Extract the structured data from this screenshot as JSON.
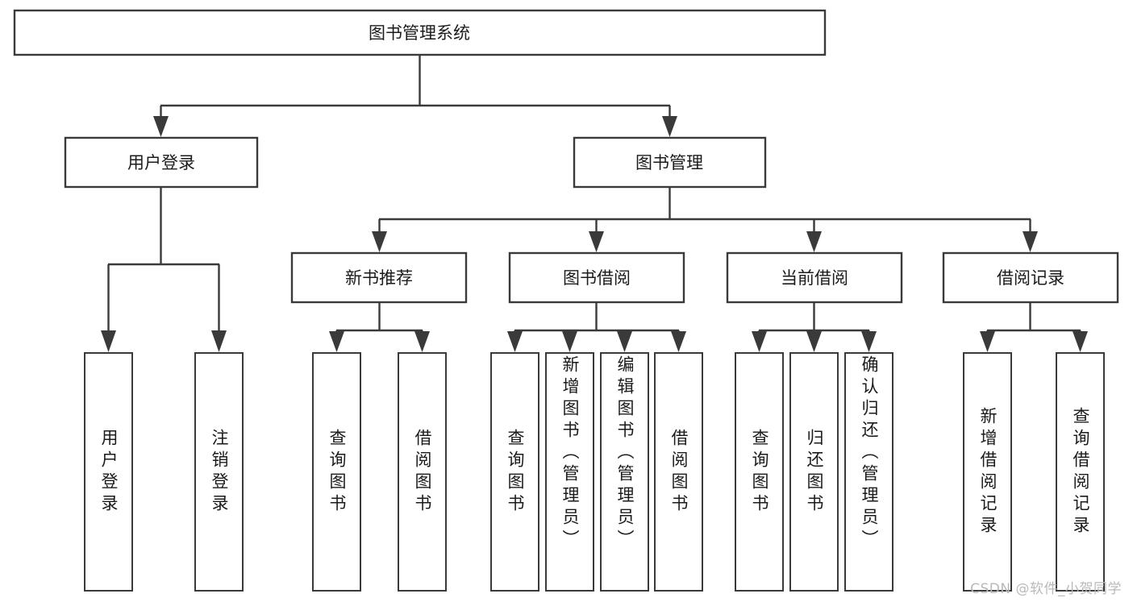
{
  "diagram": {
    "type": "tree",
    "title": "图书管理系统",
    "watermark": "CSDN @软件_小贺同学",
    "colors": {
      "box_stroke": "#3a3a3a",
      "box_fill": "#ffffff",
      "text": "#1b1b1b",
      "connector": "#3a3a3a",
      "watermark": "#b9b9b9",
      "background": "#ffffff"
    },
    "nodes": {
      "root": {
        "label": "图书管理系统"
      },
      "level2": [
        {
          "label": "用户登录"
        },
        {
          "label": "图书管理"
        }
      ],
      "level3": [
        {
          "label": "新书推荐"
        },
        {
          "label": "图书借阅"
        },
        {
          "label": "当前借阅"
        },
        {
          "label": "借阅记录"
        }
      ],
      "leaves": {
        "user_login": [
          {
            "label": "用户登录"
          },
          {
            "label": "注销登录"
          }
        ],
        "new_book_recommend": [
          {
            "label": "查询图书"
          },
          {
            "label": "借阅图书"
          }
        ],
        "book_borrow": [
          {
            "label": "查询图书"
          },
          {
            "label": "新增图书（管理员）"
          },
          {
            "label": "编辑图书（管理员）"
          },
          {
            "label": "借阅图书"
          }
        ],
        "current_borrow": [
          {
            "label": "查询图书"
          },
          {
            "label": "归还图书"
          },
          {
            "label": "确认归还（管理员）"
          }
        ],
        "borrow_record": [
          {
            "label": "新增借阅记录"
          },
          {
            "label": "查询借阅记录"
          }
        ]
      }
    }
  }
}
